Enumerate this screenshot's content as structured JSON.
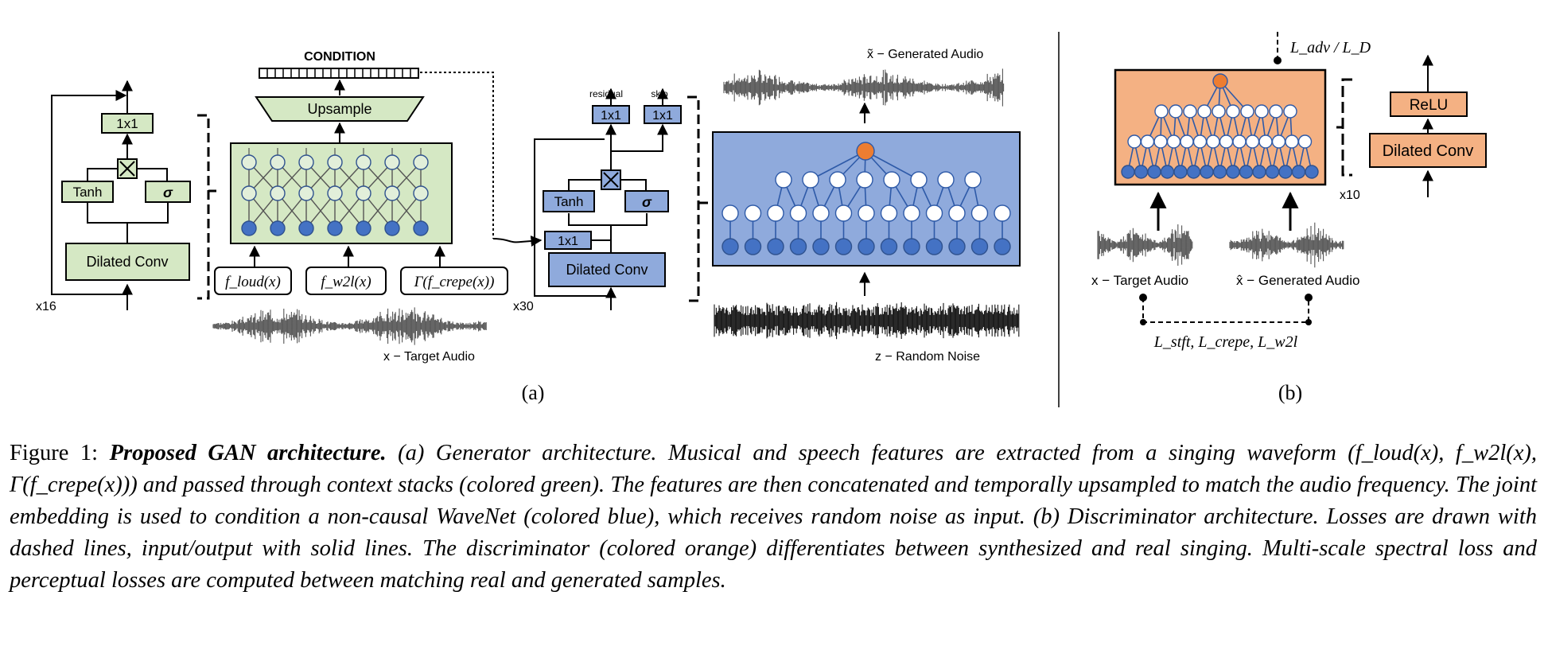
{
  "panel_a": {
    "context_stack": {
      "top_conv": "1x1",
      "tanh": "Tanh",
      "sigma": "σ",
      "dilated_conv": "Dilated Conv",
      "repeat": "x16"
    },
    "condition_label": "CONDITION",
    "upsample_label": "Upsample",
    "features": [
      "f_loud(x)",
      "f_w2l(x)",
      "Γ(f_crepe(x))"
    ],
    "target_audio_label": "x − Target Audio",
    "wavenet_block": {
      "residual_label": "residual",
      "skip_label": "skip",
      "residual_conv": "1x1",
      "skip_conv": "1x1",
      "tanh": "Tanh",
      "sigma": "σ",
      "cond_conv": "1x1",
      "dilated_conv": "Dilated Conv",
      "repeat": "x30"
    },
    "generated_audio_label": "x̃ − Generated Audio",
    "noise_label": "z − Random Noise",
    "panel_label": "(a)"
  },
  "panel_b": {
    "loss_top": "L_adv / L_D",
    "repeat": "x10",
    "relu": "ReLU",
    "dilated_conv": "Dilated Conv",
    "target_audio_label": "x − Target Audio",
    "generated_audio_label": "x̂ − Generated Audio",
    "loss_bottom": "L_stft, L_crepe, L_w2l",
    "panel_label": "(b)"
  },
  "caption": {
    "lead": "Figure 1: ",
    "title": "Proposed GAN architecture.",
    "body": " (a) Generator architecture. Musical and speech features are extracted from a singing waveform (f_loud(x), f_w2l(x), Γ(f_crepe(x))) and passed through context stacks (colored green). The features are then concatenated and temporally upsampled to match the audio frequency. The joint embedding is used to condition a non-causal WaveNet (colored blue), which receives random noise as input. (b) Discriminator architecture. Losses are drawn with dashed lines, input/output with solid lines. The discriminator (colored orange) differentiates between synthesized and real singing. Multi-scale spectral loss and perceptual losses are computed between matching real and generated samples."
  },
  "colors": {
    "green_fill": "#d5e8c4",
    "blue_fill": "#8faadc",
    "orange_fill": "#f4b183",
    "node_blue": "#4472c4",
    "node_orange": "#ed7d31",
    "wave_gray": "#555555"
  }
}
